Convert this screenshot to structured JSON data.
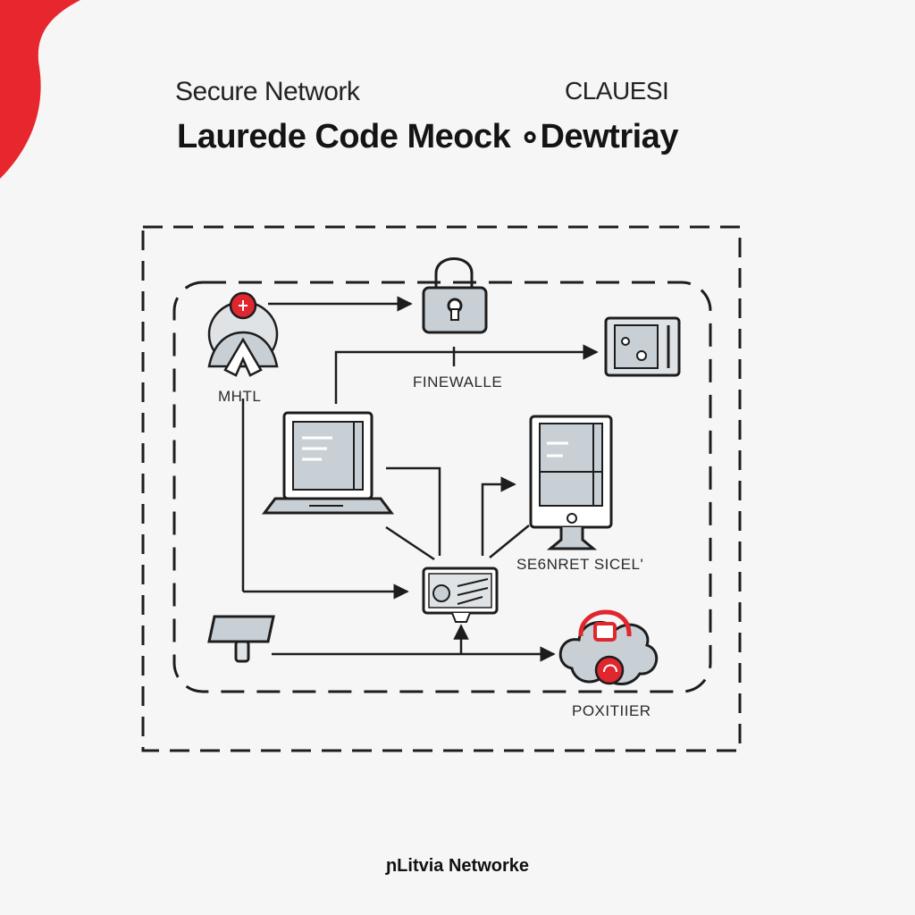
{
  "header": {
    "title_top": "Secure Network",
    "title_right": "CLAUESI",
    "title_main": "Laurede Code Meock ∘Dewtriay"
  },
  "diagram": {
    "nodes": {
      "user": {
        "label": "MHTL",
        "icon": "user-icon"
      },
      "firewall": {
        "label": "FINEWALLE",
        "icon": "padlock-icon"
      },
      "monitor": {
        "icon": "monitor-panel-icon"
      },
      "laptop": {
        "icon": "laptop-icon"
      },
      "server": {
        "label": "SE6NRET SICEL'",
        "icon": "server-icon"
      },
      "gateway": {
        "icon": "gateway-card-icon"
      },
      "router": {
        "icon": "router-icon"
      },
      "threat": {
        "label": "POXITIIER",
        "icon": "threat-cloud-icon"
      }
    },
    "colors": {
      "accent": "#e0262e",
      "line": "#1d1d1d",
      "fill": "#c9d0d5"
    }
  },
  "footer": {
    "text": "ɲLitvia Networke"
  }
}
